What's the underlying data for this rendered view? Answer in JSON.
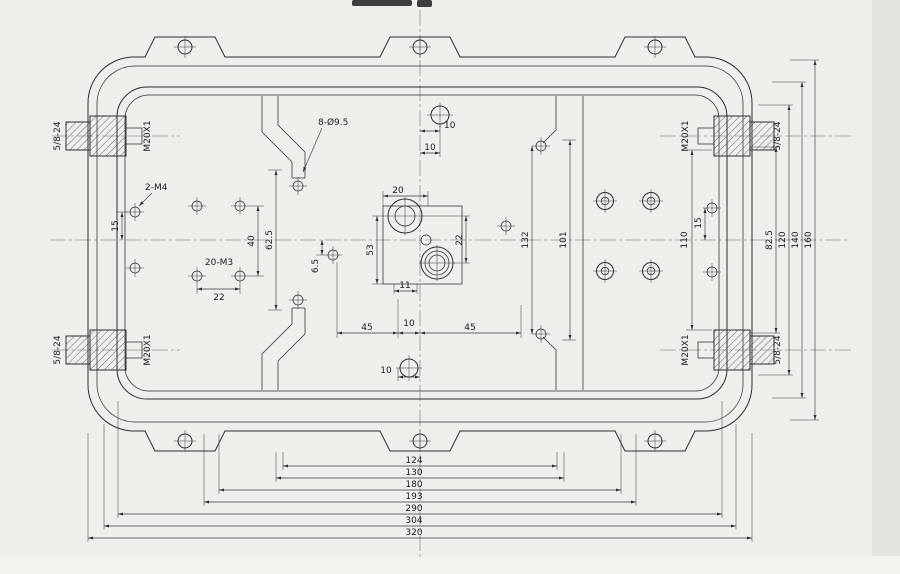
{
  "threads": {
    "metric": "M20X1",
    "unf": "5/8-24"
  },
  "callouts": {
    "holes": "8-Ø9.5",
    "m4": "2-M4",
    "m3": "20-M3"
  },
  "dims": {
    "bottom": [
      "124",
      "130",
      "180",
      "193",
      "290",
      "304",
      "320"
    ],
    "right": [
      "132",
      "101",
      "110",
      "15",
      "82.5",
      "120",
      "140",
      "160"
    ],
    "left": [
      "15",
      "40",
      "62.5",
      "6.5",
      "22"
    ],
    "center": [
      "10",
      "10",
      "20",
      "22",
      "53",
      "11",
      "45",
      "10",
      "45",
      "10"
    ]
  }
}
